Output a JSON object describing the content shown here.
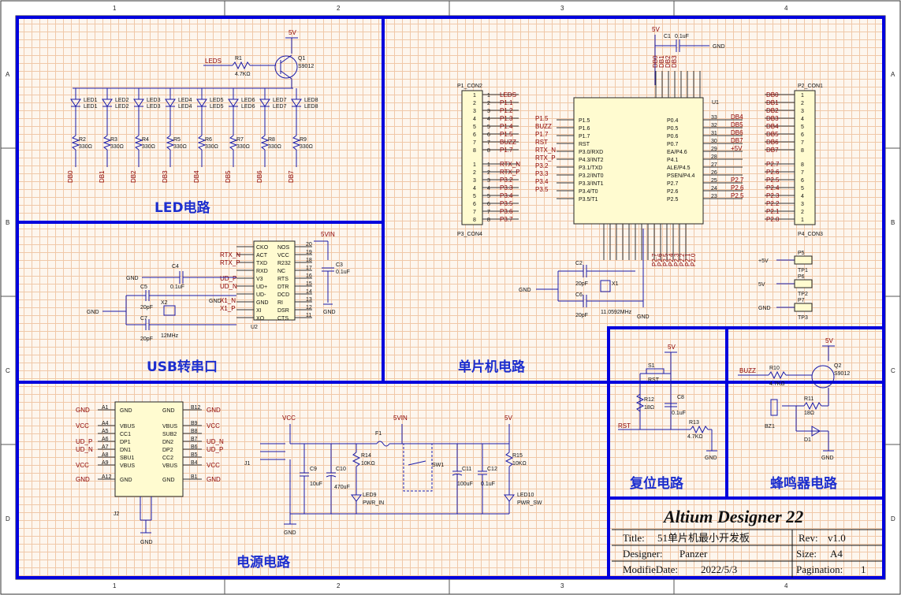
{
  "ruler": {
    "columns": [
      "1",
      "2",
      "3",
      "4"
    ],
    "rows": [
      "A",
      "B",
      "C",
      "D"
    ]
  },
  "sections": {
    "led": "LED电路",
    "usb": "USB转串口",
    "mcu": "单片机电路",
    "reset": "复位电路",
    "buzzer": "蜂鸣器电路",
    "power": "电源电路"
  },
  "title_block": {
    "software": "Altium Designer 22",
    "title_label": "Title:",
    "title_value": "51单片机最小开发板",
    "rev_label": "Rev:",
    "rev_value": "v1.0",
    "designer_label": "Designer:",
    "designer_value": "Panzer",
    "size_label": "Size:",
    "size_value": "A4",
    "date_label": "ModifieDate:",
    "date_value": "2022/5/3",
    "page_label": "Pagination:",
    "page_value": "1"
  },
  "led_circuit": {
    "supply": "5V",
    "net_in": "LEDS",
    "r1": "R1",
    "r1_value": "4.7KΩ",
    "q1": "Q1",
    "q1_value": "S9012",
    "leds": [
      "LED1",
      "LED2",
      "LED3",
      "LED4",
      "LED5",
      "LED6",
      "LED7",
      "LED8"
    ],
    "resistors": [
      "R2",
      "R3",
      "R4",
      "R5",
      "R6",
      "R7",
      "R8",
      "R9"
    ],
    "res_value": "330Ω",
    "nets": [
      "DB0",
      "DB1",
      "DB2",
      "DB3",
      "DB4",
      "DB5",
      "DB6",
      "DB7"
    ]
  },
  "usb_circuit": {
    "supply": "5VIN",
    "chip": "U2",
    "left_pins": [
      "CKO",
      "ACT",
      "TXD",
      "RXD",
      "V3",
      "UD+",
      "UD-",
      "GND",
      "XI",
      "XO"
    ],
    "right_pins": [
      "NOS",
      "VCC",
      "R232",
      "NC",
      "RTS",
      "DTR",
      "DCD",
      "RI",
      "DSR",
      "CTS"
    ],
    "right_nums": [
      "20",
      "19",
      "18",
      "17",
      "16",
      "15",
      "14",
      "13",
      "12",
      "11"
    ],
    "left_nets": [
      "RTX_N",
      "RTX_P",
      "UD_P",
      "UD_N",
      "X1_N",
      "X1_P"
    ],
    "c4": "C4",
    "c4_value": "0.1uF",
    "c3": "C3",
    "c3_value": "0.1uF",
    "c5": "C5",
    "c5_value": "20pF",
    "c7": "C7",
    "c7_value": "20pF",
    "x2": "X2",
    "x2_value": "12MHz",
    "gnd": "GND"
  },
  "mcu_circuit": {
    "chip": "U1",
    "supply": "5V",
    "c1": "C1",
    "c1_value": "0.1uF",
    "p1": "P1_CON2",
    "p3": "P3_CON4",
    "p2": "P2_CON1",
    "p4": "P4_CON3",
    "p1_nets": [
      "LEDS",
      "P1.1",
      "P1.2",
      "P1.3",
      "P1.4",
      "P1.5",
      "BUZZ",
      "P1.7"
    ],
    "p3_nets": [
      "RTX_N",
      "RTX_P",
      "P3.2",
      "P3.3",
      "P3.4",
      "P3.5",
      "P3.6",
      "P3.7"
    ],
    "left_pin_nets": [
      "P1.5",
      "BUZZ",
      "P1.7",
      "RST",
      "RTX_N",
      "RTX_P",
      "P3.2",
      "P3.3",
      "P3.4",
      "P3.5"
    ],
    "left_pins": [
      "P1.5",
      "P1.6",
      "P1.7",
      "RST",
      "P3.0/RXD",
      "P4.3/INT2",
      "P3.1/TXD",
      "P3.2/INT0",
      "P3.3/INT1",
      "P3.4/T0",
      "P3.5/T1"
    ],
    "right_pins": [
      "P0.4",
      "P0.5",
      "P0.6",
      "P0.7",
      "EA/P4.6",
      "P4.1",
      "ALE/P4.5",
      "PSEN/P4.4",
      "P2.7",
      "P2.6",
      "P2.5"
    ],
    "right_nums": [
      "33",
      "32",
      "31",
      "30",
      "29",
      "28",
      "27",
      "26",
      "25",
      "24",
      "23"
    ],
    "right_nets": [
      "DB4",
      "DB5",
      "DB6",
      "DB7",
      "+5V",
      "",
      "",
      "",
      "P2.7",
      "P2.6",
      "P2.5"
    ],
    "db_nets": [
      "DB0",
      "DB1",
      "DB2",
      "DB3",
      "DB4",
      "DB5",
      "DB6",
      "DB7"
    ],
    "p2_nets": [
      "P2.7",
      "P2.6",
      "P2.5",
      "P2.4",
      "P2.3",
      "P2.2",
      "P2.1",
      "P2.0"
    ],
    "c2": "C2",
    "c2_value": "20pF",
    "c6": "C6",
    "c6_value": "20pF",
    "x1": "X1",
    "x1_value": "11.0592MHz",
    "tp": [
      "TP1",
      "TP2",
      "TP3"
    ],
    "tp_conn": [
      "P5",
      "P6",
      "P7"
    ],
    "tp_nets": [
      "+5V",
      "5V",
      "GND"
    ],
    "gnd": "GND"
  },
  "reset_circuit": {
    "supply": "5V",
    "s1": "S1",
    "s1_value": "RST",
    "r12": "R12",
    "r12_value": "18Ω",
    "c8": "C8",
    "c8_value": "0.1uF",
    "r13": "R13",
    "r13_value": "4.7KΩ",
    "net": "RST",
    "gnd": "GND"
  },
  "buzzer_circuit": {
    "supply": "5V",
    "net": "BUZZ",
    "r10": "R10",
    "r10_value": "4.7KΩ",
    "q2": "Q2",
    "q2_value": "S9012",
    "r11": "R11",
    "r11_value": "18Ω",
    "bz": "BZ1",
    "d1": "D1",
    "gnd": "GND"
  },
  "power_circuit": {
    "connector": "J2",
    "left_pins": [
      "A1",
      "A4",
      "A5",
      "A6",
      "A7",
      "A8",
      "A9",
      "A12"
    ],
    "left_labels": [
      "GND",
      "VBUS",
      "CC1",
      "DP1",
      "DN1",
      "SBU1",
      "VBUS",
      "GND"
    ],
    "left_nets": [
      "GND",
      "VCC",
      "",
      "UD_P",
      "UD_N",
      "",
      "VCC",
      "GND"
    ],
    "right_pins": [
      "B12",
      "B9",
      "B8",
      "B7",
      "B6",
      "B5",
      "B4",
      "B1"
    ],
    "right_labels": [
      "GND",
      "VBUS",
      "SUB2",
      "DN2",
      "DP2",
      "CC2",
      "VBUS",
      "GND"
    ],
    "right_nets": [
      "GND",
      "VCC",
      "",
      "UD_N",
      "UD_P",
      "",
      "VCC",
      "GND"
    ],
    "j1": "J1",
    "vcc": "VCC",
    "f1": "F1",
    "vin": "5VIN",
    "v5": "5V",
    "c9": "C9",
    "c9_value": "10uF",
    "c10": "C10",
    "c10_value": "470uF",
    "r14": "R14",
    "r14_value": "10KΩ",
    "led9": "LED9",
    "led9_value": "PWR_IN",
    "sw1": "SW1",
    "c11": "C11",
    "c11_value": "100uF",
    "c12": "C12",
    "c12_value": "0.1uF",
    "r15": "R15",
    "r15_value": "10KΩ",
    "led10": "LED10",
    "led10_value": "PWR_SW",
    "gnd": "GND"
  },
  "colors": {
    "block_border": "#0000dd",
    "wire": "#1a1aa8",
    "net_label": "#8b0000",
    "section_title": "#1c2ecf",
    "grid": "#f0c8a8"
  }
}
